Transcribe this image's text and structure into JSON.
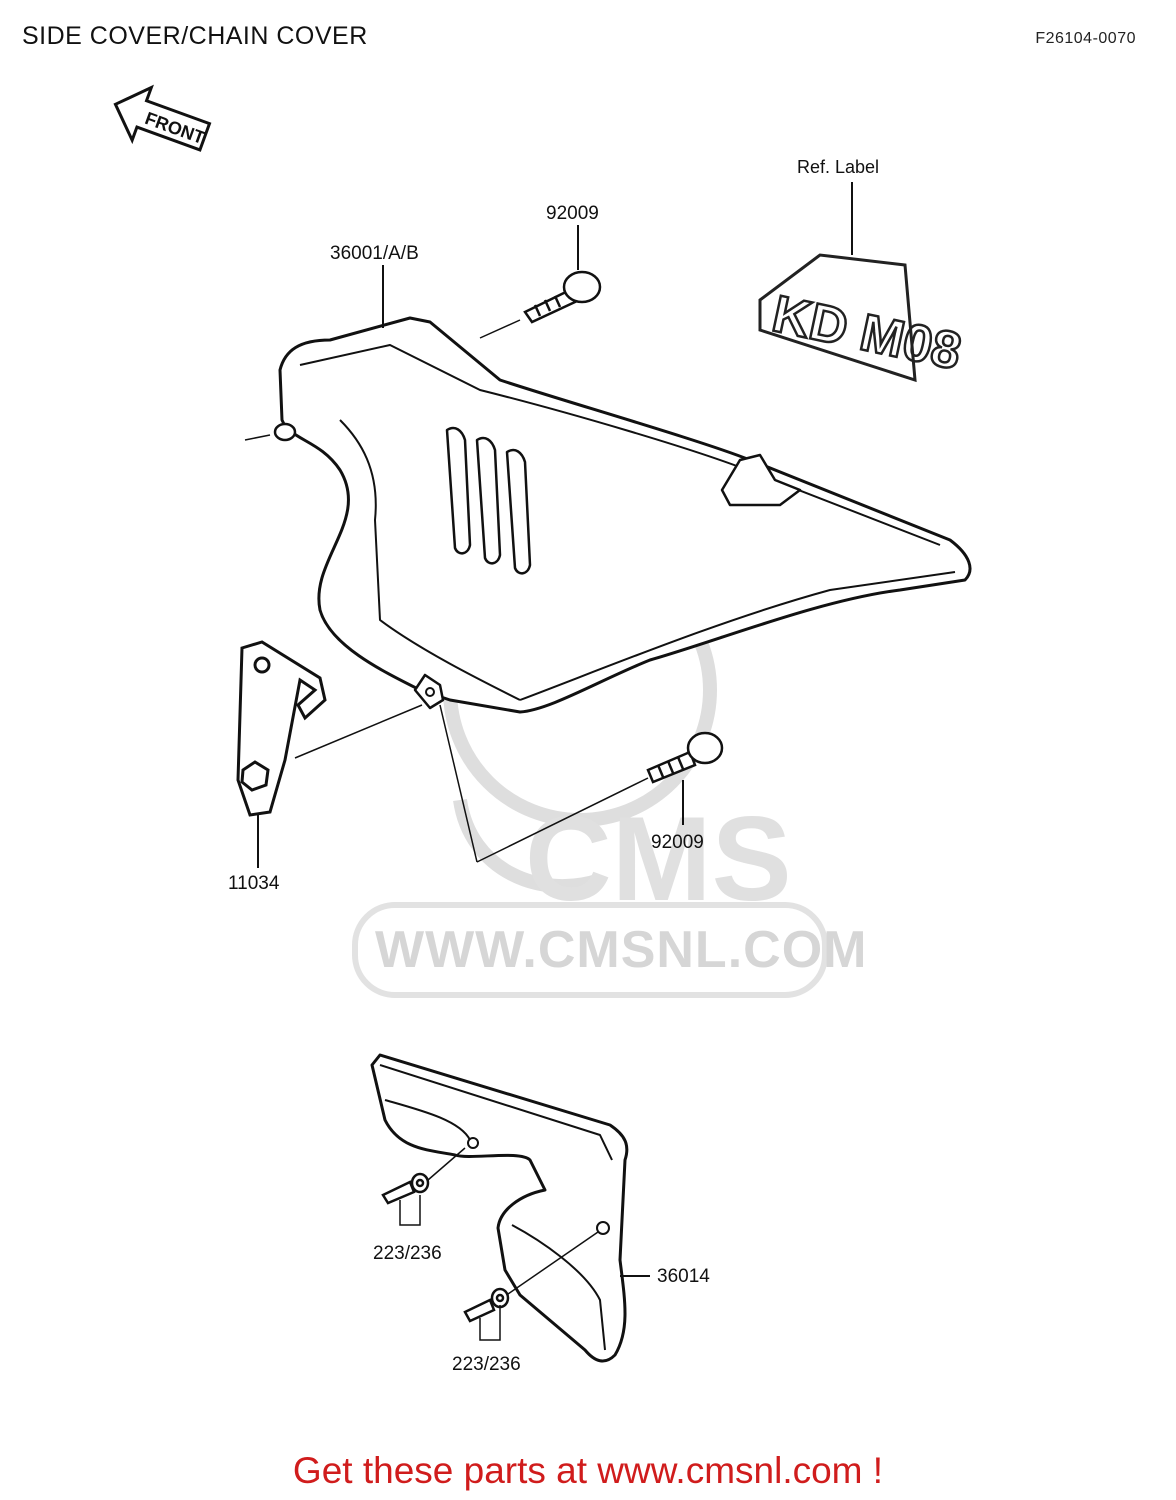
{
  "header": {
    "title": "SIDE COVER/CHAIN COVER",
    "code": "F26104-0070"
  },
  "diagram": {
    "front_arrow_text": "FRONT",
    "decal_text": "KD M08",
    "labels": {
      "ref_label": "Ref. Label",
      "side_cover": "36001/A/B",
      "bolt_top": "92009",
      "bolt_bottom": "92009",
      "bracket": "11034",
      "chain_cover": "36014",
      "screw_a": "223/236",
      "screw_b": "223/236"
    }
  },
  "watermark": {
    "brand": "CMS",
    "url": "WWW.CMSNL.COM"
  },
  "footer": {
    "text": "Get these parts at www.cmsnl.com !"
  }
}
